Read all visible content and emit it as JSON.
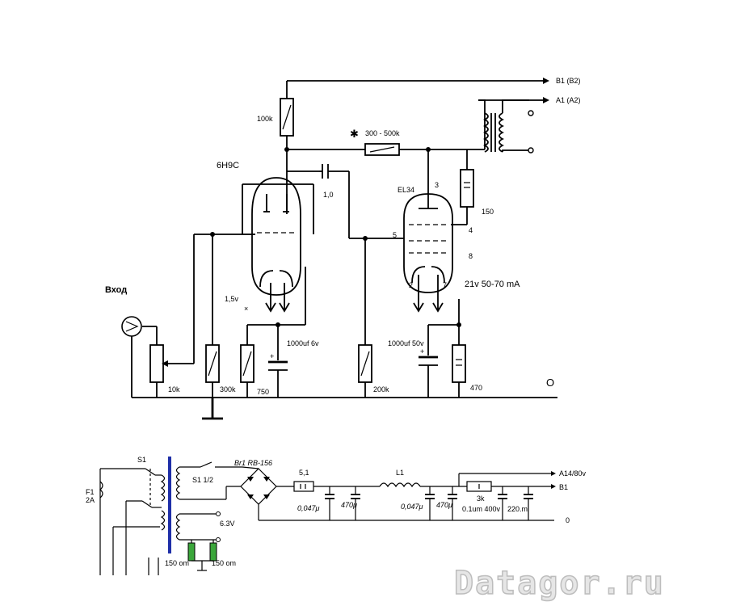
{
  "amp": {
    "tube1": "6Н9С",
    "tube2": "EL34",
    "r_plate": "100k",
    "r_feedback": "300 - 500k",
    "feedback_mark": "✱",
    "c_coupling": "1,0",
    "r_screen": "150",
    "pin3": "3",
    "pin4": "4",
    "pin5": "5",
    "pin8": "8",
    "pin2": "2",
    "pin7": "7",
    "heater_note": "21v 50-70 mA",
    "input_label": "Вход",
    "bias_voltage": "1,5v",
    "pot": "10k",
    "r_grid": "300k",
    "r_cathode1": "750",
    "c_cathode1": "1000uf 6v",
    "r_grid2": "200k",
    "c_cathode2": "1000uf 50v",
    "r_cathode2": "470",
    "b1": "B1 (B2)",
    "a1": "A1 (A2)",
    "ground_o": "O"
  },
  "psu": {
    "s1": "S1",
    "s1_half": "S1 1/2",
    "fuse": "F1\n2A",
    "fuse_line1": "F1",
    "fuse_line2": "2A",
    "bridge": "Br1 RB-156",
    "r51": "5,1",
    "c0047a": "0,047μ",
    "c470a": "470μ",
    "l1": "L1",
    "c0047b": "0,047μ",
    "c470b": "470μ",
    "r3k": "3k",
    "c01": "0.1um 400v",
    "c220": "220.m",
    "out_a": "A14/80v",
    "out_b": "B1",
    "out_0": "0",
    "heater_v": "6.3V",
    "r150a": "150 om",
    "r150b": "150 om",
    "colors": {
      "transformer_core": "#1f2fa8",
      "heater_resistor": "#3aa63a"
    }
  },
  "watermark": "Datagor.ru"
}
